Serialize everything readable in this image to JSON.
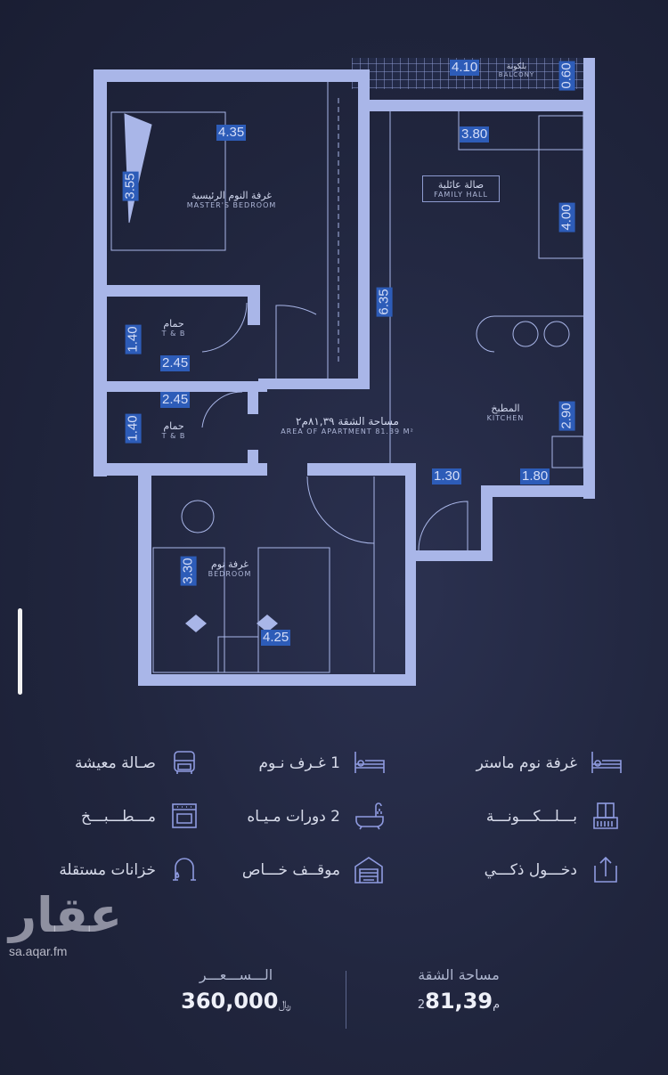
{
  "colors": {
    "background": "#20253d",
    "walls": "#a9b6e8",
    "dimension_box": "#2d5cb8",
    "text": "#d7dbea"
  },
  "floorplan": {
    "rooms": {
      "balcony": {
        "ar": "بلكونة",
        "en": "BALCONY"
      },
      "master": {
        "ar": "غرفة النوم الرئيسية",
        "en": "MASTER'S BEDROOM"
      },
      "family": {
        "ar": "صالة عائلية",
        "en": "FAMILY HALL"
      },
      "bath1": {
        "ar": "حمام",
        "en": "T & B"
      },
      "bath2": {
        "ar": "حمام",
        "en": "T & B"
      },
      "area": {
        "ar": "مساحة الشقة ٨١,٣٩م٢",
        "en": "AREA OF APARTMENT 81.39 M²"
      },
      "kitchen": {
        "ar": "المطبخ",
        "en": "KITCHEN"
      },
      "bedroom": {
        "ar": "غرفة نوم",
        "en": "BEDROOM"
      }
    },
    "dimensions": {
      "d1": "4.35",
      "d2": "3.55",
      "d3": "4.10",
      "d4": "0.60",
      "d5": "3.80",
      "d6": "4.00",
      "d7": "6.35",
      "d8": "1.40",
      "d9": "2.45",
      "d10": "2.45",
      "d11": "1.40",
      "d12": "2.90",
      "d13": "1.30",
      "d14": "1.80",
      "d15": "3.30",
      "d16": "4.25"
    }
  },
  "features": [
    {
      "label": "غرفة نوم ماستر",
      "icon": "bed-icon"
    },
    {
      "label": "1 غـرف نـوم",
      "icon": "bed-icon"
    },
    {
      "label": "صـالة معيشة",
      "icon": "armchair-icon"
    },
    {
      "label": "بـــلـــكـــونـــة",
      "icon": "balcony-icon"
    },
    {
      "label": "2 دورات مـيـاه",
      "icon": "bathtub-icon"
    },
    {
      "label": "مـــطـــبـــخ",
      "icon": "oven-icon"
    },
    {
      "label": "دخـــول ذكـــي",
      "icon": "smart-entry-icon"
    },
    {
      "label": "موقــف خـــاص",
      "icon": "garage-icon"
    },
    {
      "label": "خزانات مستقلة",
      "icon": "water-tap-icon"
    }
  ],
  "summary": {
    "area_label": "مساحة الشقة",
    "area_value": "81,39",
    "area_unit": "م2",
    "price_label": "الـــســـعـــر",
    "price_value": "360,000",
    "price_currency": "﷼"
  },
  "watermark": {
    "logo": "عقار",
    "url": "sa.aqar.fm"
  }
}
